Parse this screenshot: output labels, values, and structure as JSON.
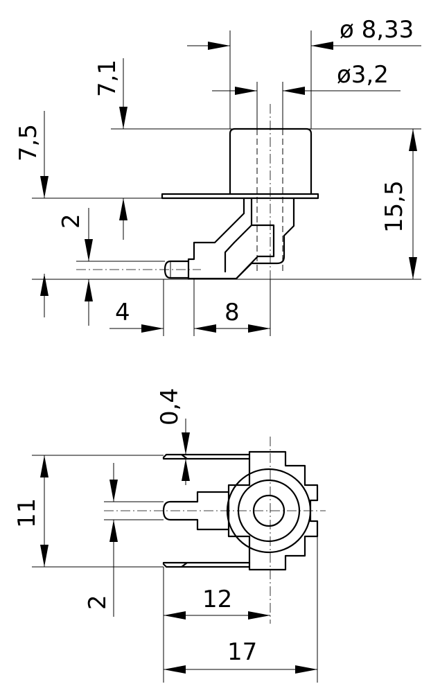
{
  "drawing": {
    "side_view": {
      "outer_diameter": "ø 8,33",
      "hole_diameter": "ø3,2",
      "top_height": "7,1",
      "flange_height": "7,5",
      "total_height": "15,5",
      "pin_offset": "2",
      "pin_length": "4",
      "body_length": "8"
    },
    "top_view": {
      "lead_thickness": "0,4",
      "lead_spacing": "11",
      "pin_offset": "2",
      "center_distance": "12",
      "overall_length": "17"
    }
  }
}
